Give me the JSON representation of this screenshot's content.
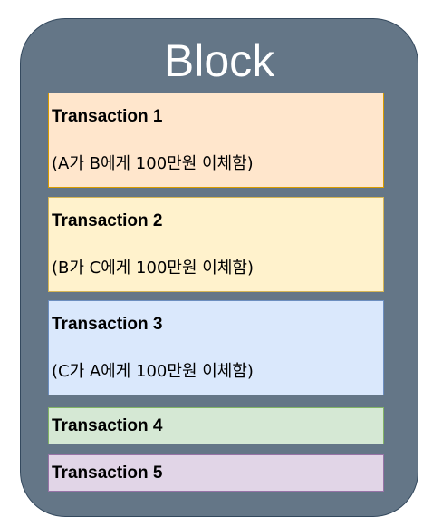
{
  "block": {
    "title": "Block",
    "fill": "#647687"
  },
  "transactions": [
    {
      "title": "Transaction 1",
      "description": "(A가 B에게 100만원 이체함)",
      "fill": "#ffe6cc",
      "stroke": "#d79b00"
    },
    {
      "title": "Transaction 2",
      "description": "(B가 C에게 100만원 이체함)",
      "fill": "#fff2cc",
      "stroke": "#d6b656"
    },
    {
      "title": "Transaction 3",
      "description": "(C가 A에게 100만원 이체함)",
      "fill": "#dae8fc",
      "stroke": "#6c8ebf"
    },
    {
      "title": "Transaction 4",
      "fill": "#d5e8d4",
      "stroke": "#82b366"
    },
    {
      "title": "Transaction 5",
      "fill": "#e1d5e7",
      "stroke": "#9673a6"
    }
  ]
}
